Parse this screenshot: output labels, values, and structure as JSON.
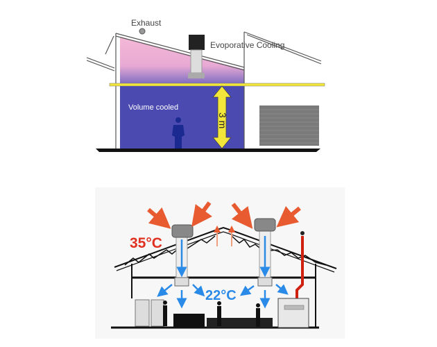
{
  "top_diagram": {
    "exhaust_label": "Exhaust",
    "cooler_label": "Evoporative Cooling",
    "volume_label": "Volume cooled",
    "height_label": "3 m"
  },
  "bottom_diagram": {
    "outside_temp": "35°C",
    "inside_temp": "22°C"
  },
  "colors": {
    "cooled_volume": "#4a4ab0",
    "warm_air": "#f0b8d8",
    "yellow": "#f2e63a",
    "hot_red": "#e03020",
    "cool_blue": "#2a8ae8"
  }
}
